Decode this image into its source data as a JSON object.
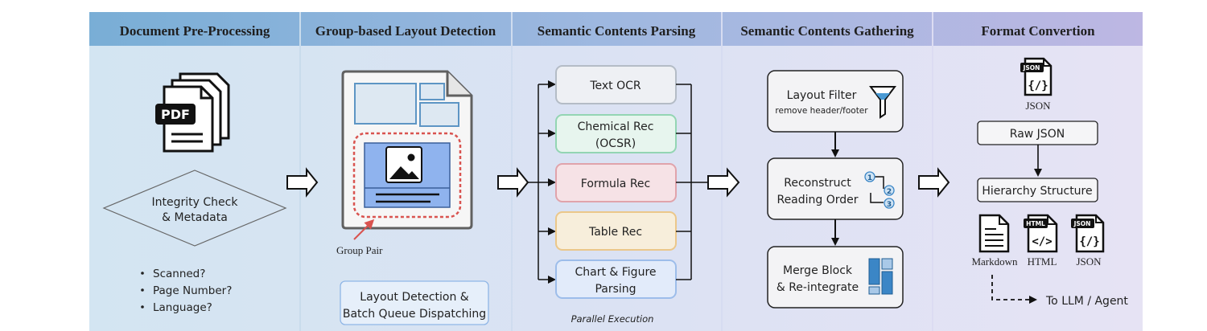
{
  "stages": {
    "preprocessing": {
      "header": "Document Pre-Processing",
      "pdf_label": "PDF",
      "integrity_line1": "Integrity Check",
      "integrity_line2": "& Metadata",
      "bullets": [
        "Scanned?",
        "Page Number?",
        "Language?"
      ]
    },
    "layout": {
      "header": "Group-based Layout Detection",
      "group_pair": "Group Pair",
      "dispatch_line1": "Layout Detection &",
      "dispatch_line2": "Batch Queue Dispatching"
    },
    "parsing": {
      "header": "Semantic Contents Parsing",
      "modules": [
        {
          "line1": "Text OCR",
          "line2": ""
        },
        {
          "line1": "Chemical Rec",
          "line2": "(OCSR)"
        },
        {
          "line1": "Formula Rec",
          "line2": ""
        },
        {
          "line1": "Table Rec",
          "line2": ""
        },
        {
          "line1": "Chart & Figure",
          "line2": "Parsing"
        }
      ],
      "parallel_label": "Parallel Execution"
    },
    "gathering": {
      "header": "Semantic Contents Gathering",
      "filter_title": "Layout Filter",
      "filter_sub": "remove header/footer",
      "reorder_line1": "Reconstruct",
      "reorder_line2": "Reading Order",
      "order_nums": [
        "1",
        "2",
        "3"
      ],
      "merge_line1": "Merge Block",
      "merge_line2": "& Re-integrate"
    },
    "format": {
      "header": "Format Convertion",
      "json_top": "JSON",
      "raw_json": "Raw JSON",
      "hierarchy": "Hierarchy Structure",
      "outputs": [
        {
          "label": "Markdown",
          "badge": ""
        },
        {
          "label": "HTML",
          "badge": "HTML"
        },
        {
          "label": "JSON",
          "badge": "JSON"
        }
      ],
      "json_badge": "JSON",
      "to_llm": "To LLM / Agent"
    }
  },
  "colors": {
    "header_blue": "#7fb2d8",
    "header_purple": "#b9b6e0",
    "panel_blue": "#d6e6f2",
    "panel_purple": "#e4e2f3",
    "text_ocr": "#7f8c9a",
    "chemical": "#7ccaa3",
    "formula": "#d9909a",
    "table": "#e2b56b",
    "chart": "#8fb1e6",
    "accent_blue": "#3b86c6"
  }
}
